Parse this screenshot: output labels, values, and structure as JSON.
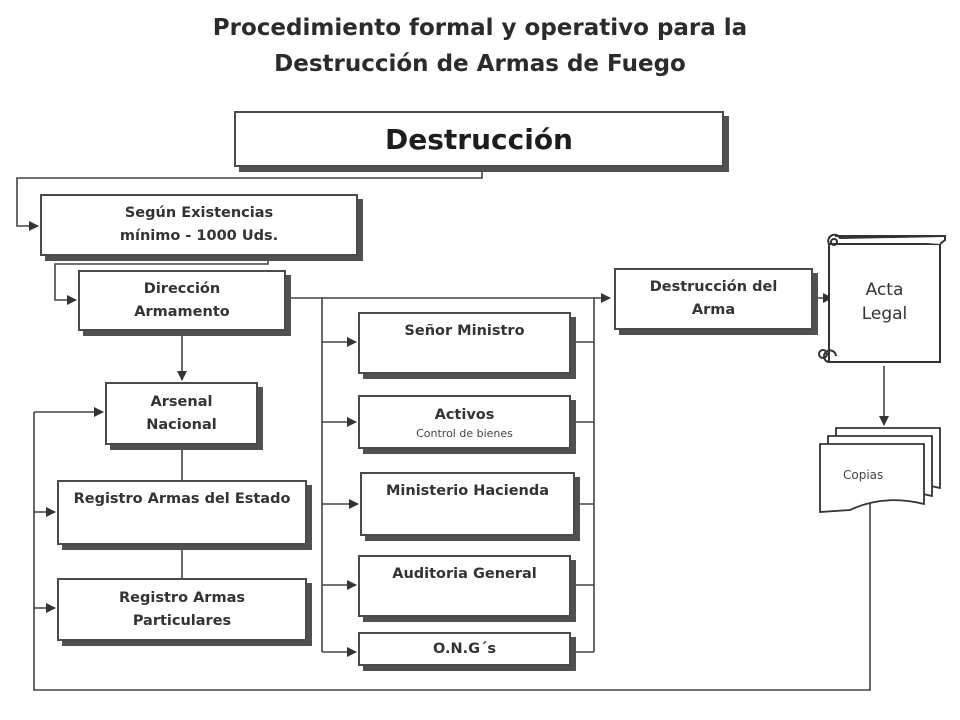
{
  "title": {
    "line1": "Procedimiento formal y operativo para la",
    "line2": "Destrucción de Armas de Fuego"
  },
  "nodes": {
    "destruccion": "Destrucción",
    "existencias": {
      "line1": "Según Existencias",
      "line2": "mínimo - 1000 Uds."
    },
    "direccion": {
      "line1": "Dirección",
      "line2": "Armamento"
    },
    "arsenal": {
      "line1": "Arsenal",
      "line2": "Nacional"
    },
    "registro_estado": "Registro Armas del Estado",
    "registro_particulares": {
      "line1": "Registro Armas",
      "line2": "Particulares"
    },
    "ministro": "Señor Ministro",
    "activos": {
      "label": "Activos",
      "sublabel": "Control de bienes"
    },
    "hacienda": "Ministerio Hacienda",
    "auditoria": "Auditoria General",
    "ongs": "O.N.G´s",
    "destruccion_arma": {
      "line1": "Destrucción del",
      "line2": "Arma"
    },
    "acta": {
      "line1": "Acta",
      "line2": "Legal"
    },
    "copias": "Copias"
  }
}
